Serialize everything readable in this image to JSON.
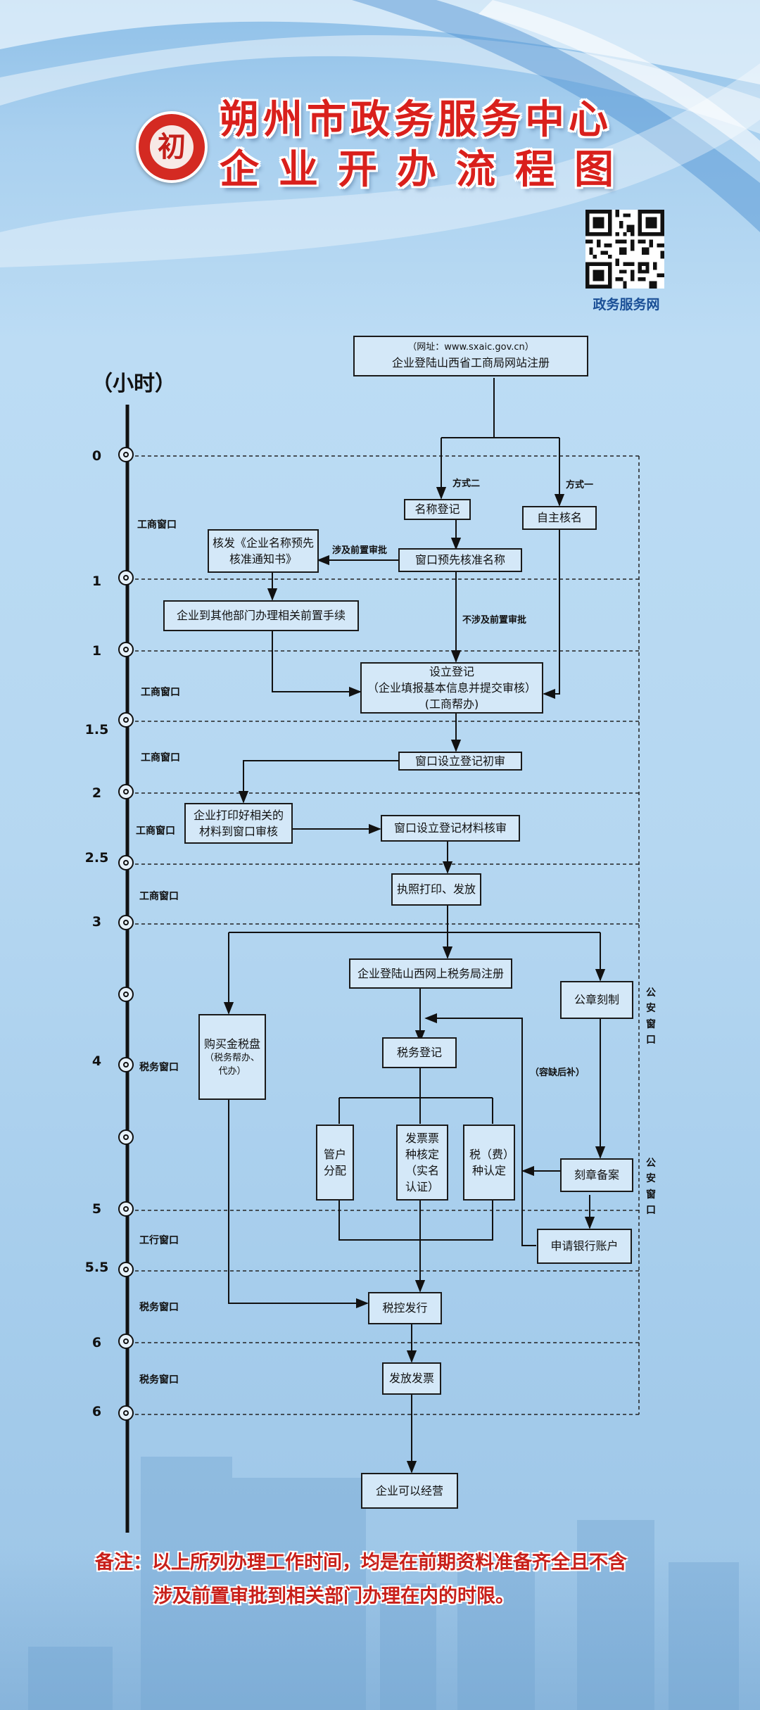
{
  "header": {
    "title_line1": "朔州市政务服务中心",
    "title_line2": "企业开办流程图",
    "logo_char": "初",
    "qr_caption": "政务服务网"
  },
  "timeline": {
    "unit": "（小时）",
    "ticks": [
      "0",
      "1",
      "1",
      "1.5",
      "2",
      "2.5",
      "3",
      "4",
      "5",
      "5.5",
      "6",
      "6"
    ]
  },
  "windows": {
    "gs1": "工商窗口",
    "gs2": "工商窗口",
    "gs3": "工商窗口",
    "gs4": "工商窗口",
    "gs5": "工商窗口",
    "sw1": "税务窗口",
    "gh": "工行窗口",
    "sw2": "税务窗口",
    "sw3": "税务窗口",
    "ga1": "公安窗口",
    "ga2": "公安窗口"
  },
  "boxes": {
    "register_site_url": "（网址：www.sxaic.gov.cn）",
    "register_site": "企业登陆山西省工商局网站注册",
    "name_register": "名称登记",
    "self_name": "自主核名",
    "notice": "核发《企业名称预先核准通知书》",
    "pre_approve": "窗口预先核准名称",
    "other_dept": "企业到其他部门办理相关前置手续",
    "setup_reg_1": "设立登记",
    "setup_reg_2": "（企业填报基本信息并提交审核）",
    "setup_reg_3": "(工商帮办)",
    "initial_review": "窗口设立登记初审",
    "print_material": "企业打印好相关的材料到窗口审核",
    "material_review": "窗口设立登记材料核审",
    "license_print": "执照打印、发放",
    "tax_online_reg": "企业登陆山西网上税务局注册",
    "seal_carve": "公章刻制",
    "buy_tax_disk": "购买金税盘",
    "buy_tax_disk_sub": "（税务帮办、代办）",
    "tax_reg": "税务登记",
    "manage_alloc": "管户分配",
    "invoice_type": "发票票种核定（实名认证）",
    "tax_type": "税（费）种认定",
    "seal_record": "刻章备案",
    "bank_account": "申请银行账户",
    "tax_issue": "税控发行",
    "invoice_issue": "发放发票",
    "can_operate": "企业可以经营"
  },
  "edge_labels": {
    "way2": "方式二",
    "way1": "方式一",
    "involve_pre": "涉及前置审批",
    "no_involve_pre": "不涉及前置审批",
    "tolerance": "（容缺后补）"
  },
  "note": {
    "line1": "备注：以上所列办理工作时间，均是在前期资料准备齐全且不含",
    "line2": "涉及前置审批到相关部门办理在内的时限。"
  },
  "colors": {
    "title_red": "#d9201c",
    "box_fill": "#d4e8f8",
    "note_red": "#c8201a"
  }
}
